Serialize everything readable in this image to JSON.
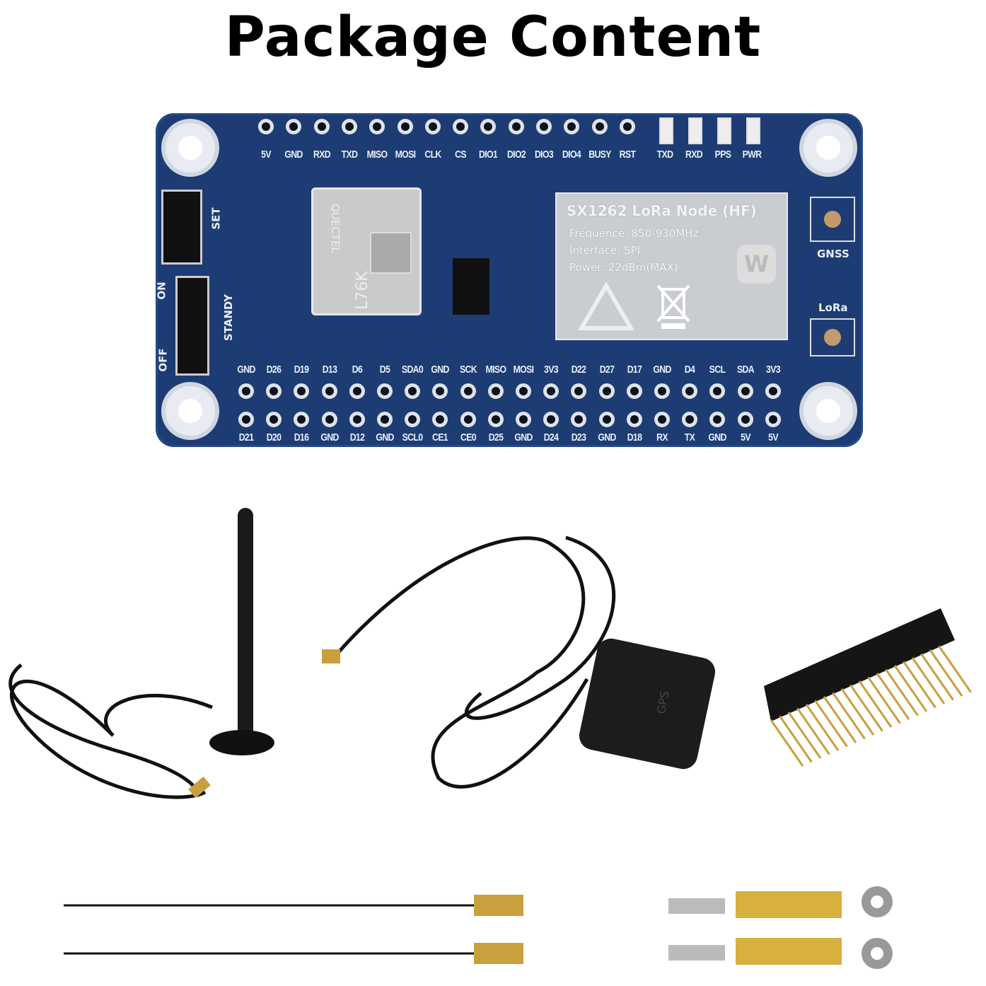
{
  "title": "Package Content",
  "board": {
    "top_header_labels": [
      "5V",
      "GND",
      "RXD",
      "TXD",
      "MISO",
      "MOSI",
      "CLK",
      "CS",
      "DIO1",
      "DIO2",
      "DIO3",
      "DIO4",
      "BUSY",
      "RST"
    ],
    "led_labels": [
      "TXD",
      "RXD",
      "PPS",
      "PWR"
    ],
    "gpio_top_labels": [
      "GND",
      "D26",
      "D19",
      "D13",
      "D6",
      "D5",
      "SDA0",
      "GND",
      "SCK",
      "MISO",
      "MOSI",
      "3V3",
      "D22",
      "D27",
      "D17",
      "GND",
      "D4",
      "SCL",
      "SDA",
      "3V3"
    ],
    "gpio_bottom_labels": [
      "D21",
      "D20",
      "D16",
      "GND",
      "D12",
      "GND",
      "SCL0",
      "CE1",
      "CE0",
      "D25",
      "GND",
      "D24",
      "D23",
      "GND",
      "D18",
      "RX",
      "TX",
      "GND",
      "5V",
      "5V"
    ],
    "switch_labels": {
      "set": "SET",
      "on": "ON",
      "standy": "STANDY",
      "off": "OFF"
    },
    "antenna_labels": {
      "gnss": "GNSS",
      "lora": "LoRa"
    },
    "gnss_chip": {
      "brand": "QUECTEL",
      "model": "L76K"
    },
    "lora_module": {
      "title": "SX1262 LoRa Node (HF)",
      "frequence": "Frequence: 850-930MHz",
      "interface": "Interface: SPI",
      "power": "Power: 22dBm(MAX)",
      "logo": "W"
    },
    "pcb_color": "#1d3c73"
  },
  "accessories": {
    "gps_antenna_label": "GPS"
  }
}
